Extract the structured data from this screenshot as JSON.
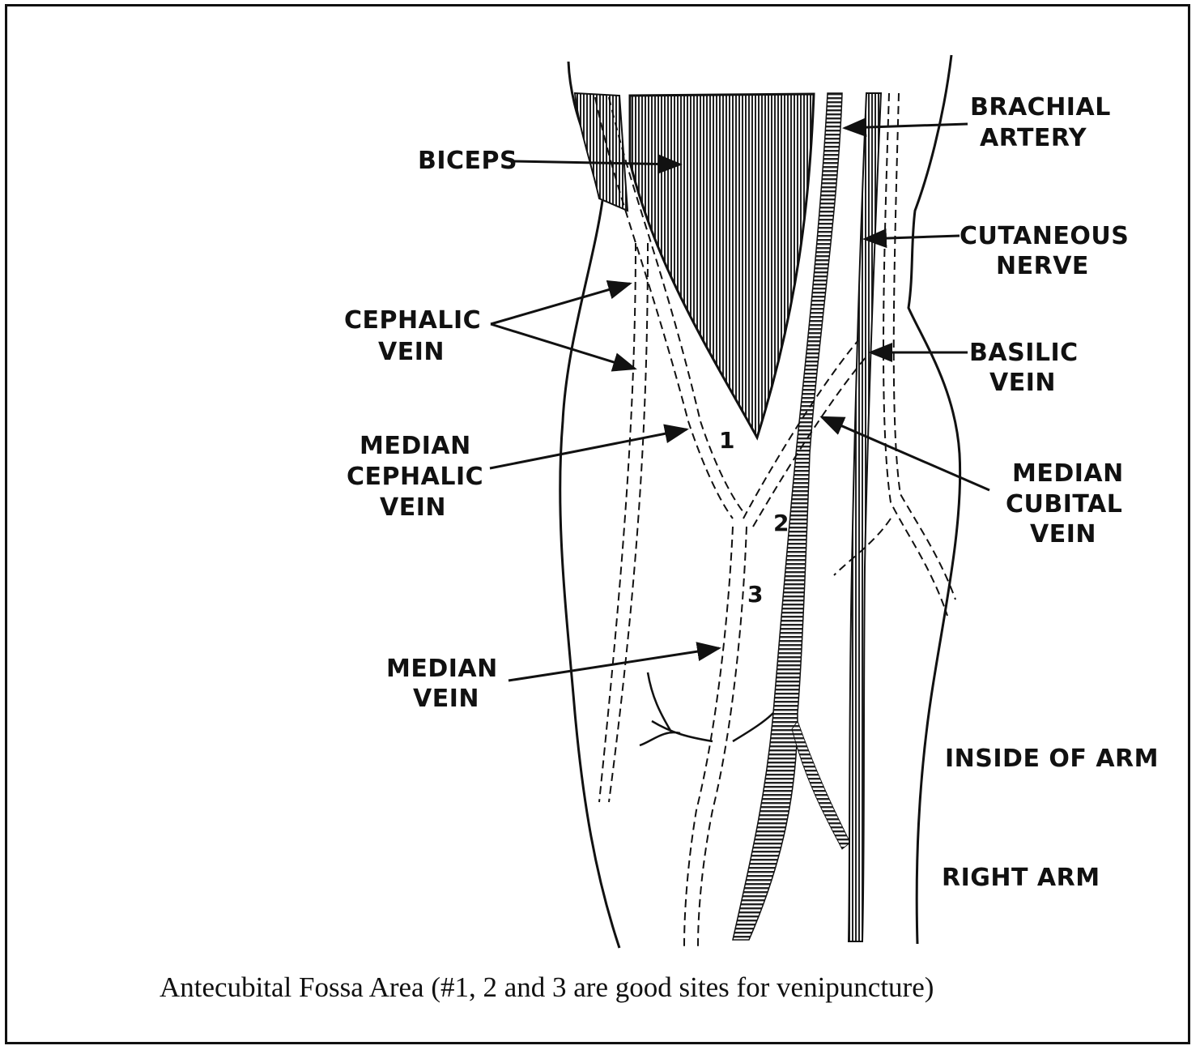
{
  "labels": {
    "biceps": "BICEPS",
    "brachial_artery_1": "BRACHIAL",
    "brachial_artery_2": "ARTERY",
    "cutaneous_nerve_1": "CUTANEOUS",
    "cutaneous_nerve_2": "NERVE",
    "cephalic_vein_1": "CEPHALIC",
    "cephalic_vein_2": "VEIN",
    "basilic_vein_1": "BASILIC",
    "basilic_vein_2": "VEIN",
    "median_cephalic_vein_1": "MEDIAN",
    "median_cephalic_vein_2": "CEPHALIC",
    "median_cephalic_vein_3": "VEIN",
    "median_cubital_vein_1": "MEDIAN",
    "median_cubital_vein_2": "CUBITAL",
    "median_cubital_vein_3": "VEIN",
    "median_vein_1": "MEDIAN",
    "median_vein_2": "VEIN",
    "inside_of_arm": "INSIDE OF ARM",
    "right_arm": "RIGHT ARM"
  },
  "site_numbers": [
    "1",
    "2",
    "3"
  ],
  "caption": "Antecubital Fossa Area (#1, 2 and 3 are good sites for venipuncture)"
}
